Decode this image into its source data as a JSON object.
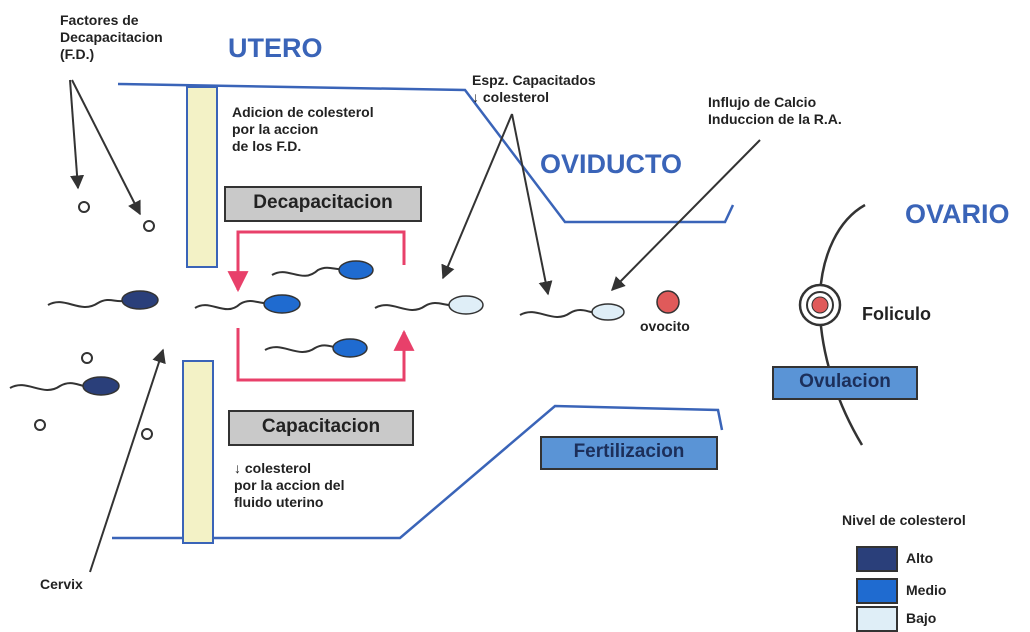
{
  "labels": {
    "fd_factors": "Factores de\nDecapacitacion\n(F.D.)",
    "utero": "UTERO",
    "oviducto": "OVIDUCTO",
    "ovario": "OVARIO",
    "adicion": "Adicion de colesterol\npor la accion\nde los F.D.",
    "espz": "Espz. Capacitados\n↓ colesterol",
    "influjo": "Influjo de Calcio\nInduccion de la R.A.",
    "ovocito": "ovocito",
    "foliculo": "Foliculo",
    "colesterol_fluido": "↓ colesterol\npor la accion del\nfluido uterino",
    "cervix": "Cervix"
  },
  "boxes": {
    "decapacitacion": "Decapacitacion",
    "capacitacion": "Capacitacion",
    "fertilizacion": "Fertilizacion",
    "ovulacion": "Ovulacion"
  },
  "legend": {
    "title": "Nivel de colesterol",
    "items": [
      {
        "label": "Alto",
        "color": "#2a3f7a"
      },
      {
        "label": "Medio",
        "color": "#1f6bd0"
      },
      {
        "label": "Bajo",
        "color": "#dfeef7"
      }
    ]
  },
  "colors": {
    "outline": "#3a64b8",
    "loop": "#e8406a",
    "arrow": "#333333",
    "head_alto": "#2a3f7a",
    "head_medio": "#1f6bd0",
    "head_bajo": "#dfeef7",
    "ovocito": "#e05a5a"
  }
}
